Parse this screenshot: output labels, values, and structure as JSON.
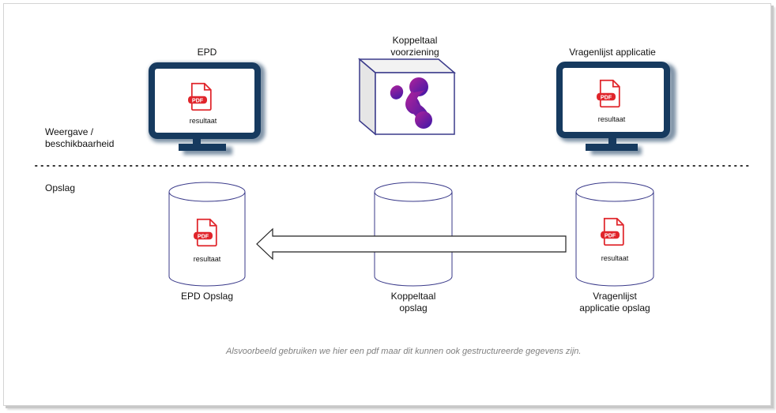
{
  "sections": {
    "display_label": "Weergave / beschikbaarheid",
    "display_label_line1": "Weergave /",
    "display_label_line2": "beschikbaarheid",
    "storage_label": "Opslag"
  },
  "top_row": [
    {
      "title": "EPD",
      "icon": "monitor-icon",
      "document": {
        "icon": "pdf-file-icon",
        "badge": "PDF",
        "label": "resultaat"
      }
    },
    {
      "title_line1": "Koppeltaal",
      "title_line2": "voorziening",
      "icon": "koppeltaal-logo-cube-icon"
    },
    {
      "title": "Vragenlijst applicatie",
      "icon": "monitor-icon",
      "document": {
        "icon": "pdf-file-icon",
        "badge": "PDF",
        "label": "resultaat"
      }
    }
  ],
  "bottom_row": [
    {
      "title": "EPD Opslag",
      "icon": "database-cylinder-icon",
      "document": {
        "badge": "PDF",
        "label": "resultaat"
      }
    },
    {
      "title_line1": "Koppeltaal",
      "title_line2": "opslag",
      "icon": "database-cylinder-icon"
    },
    {
      "title_line1": "Vragenlijst",
      "title_line2": "applicatie opslag",
      "icon": "database-cylinder-icon",
      "document": {
        "badge": "PDF",
        "label": "resultaat"
      }
    }
  ],
  "flow": {
    "from": "Vragenlijst applicatie opslag",
    "to": "EPD Opslag",
    "icon": "left-arrow-icon"
  },
  "footnote": "Alsvoorbeeld gebruiken we hier een pdf maar dit kunnen ook gestructureerde gegevens zijn.",
  "colors": {
    "monitor": "#163a5f",
    "cylinder_stroke": "#3a3a8a",
    "pdf_red": "#e0252b",
    "logo_start": "#b0229a",
    "logo_end": "#3a18a8"
  }
}
